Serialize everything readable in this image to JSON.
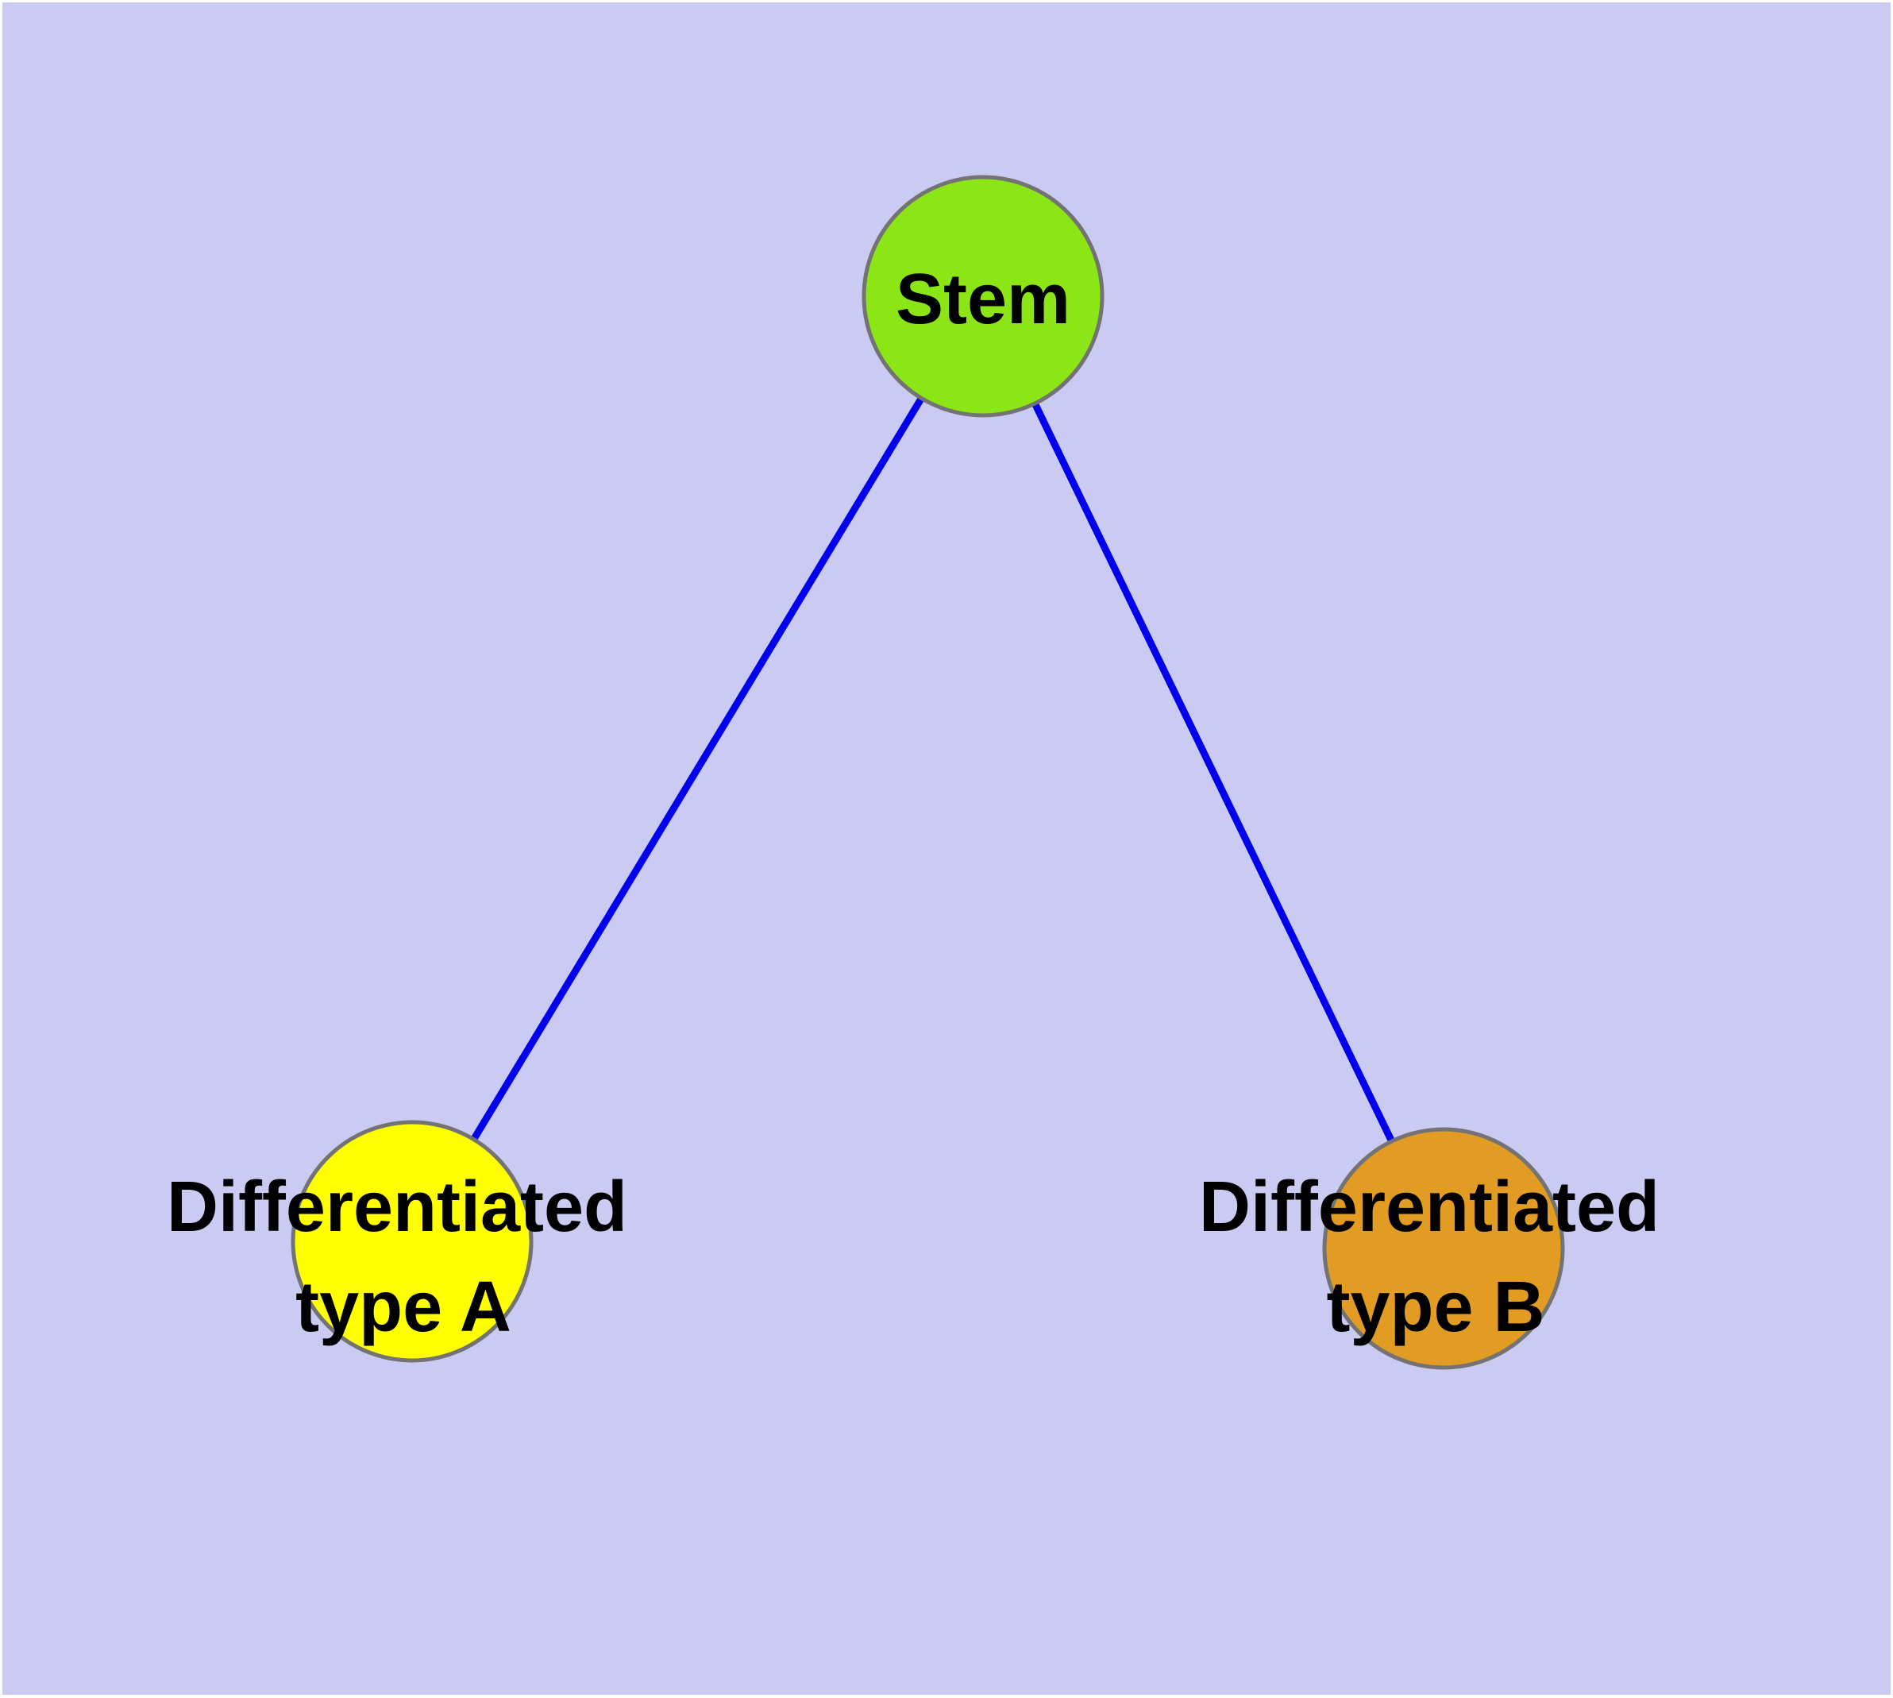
{
  "diagram": {
    "type": "graph",
    "background_color": "#CACAF2",
    "frame_color": "#FFFFFF",
    "edge_color": "#0000EE",
    "node_border_color": "#737373",
    "label_color": "#000000",
    "nodes": [
      {
        "id": "stem",
        "label": "Stem",
        "label_lines": [
          "Stem"
        ],
        "color": "#8CE616"
      },
      {
        "id": "differentiated-type-a",
        "label": "Differentiated type A",
        "label_lines": [
          "Differentiated",
          "type A"
        ],
        "color": "#FFFF00"
      },
      {
        "id": "differentiated-type-b",
        "label": "Differentiated type B",
        "label_lines": [
          "Differentiated",
          "type B"
        ],
        "color": "#E29B23"
      }
    ],
    "edges": [
      {
        "from": "stem",
        "to": "differentiated-type-a"
      },
      {
        "from": "stem",
        "to": "differentiated-type-b"
      }
    ]
  }
}
